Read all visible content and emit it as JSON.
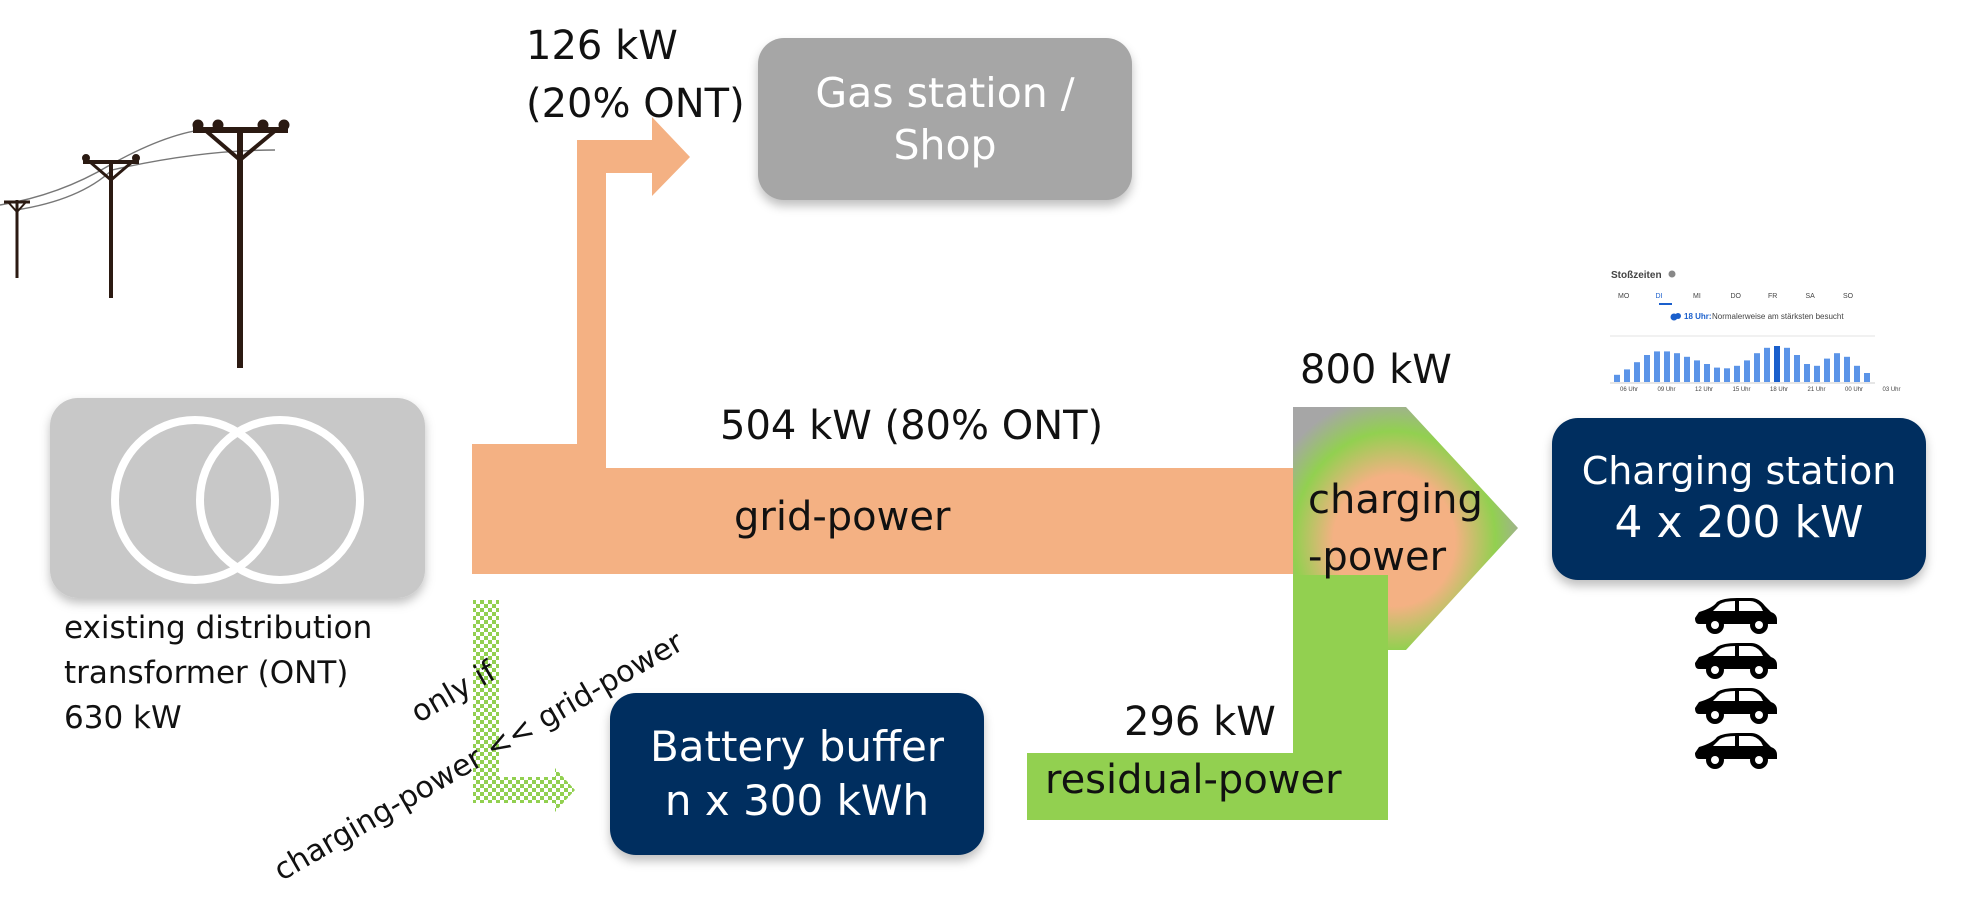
{
  "transformer": {
    "line1": "existing distribution",
    "line2": "transformer (ONT)",
    "line3": "630 kW"
  },
  "gas_station": {
    "power": "126 kW",
    "share": "(20% ONT)",
    "label_line1": "Gas station /",
    "label_line2": "Shop"
  },
  "grid_flow": {
    "power": "504 kW (80% ONT)",
    "label": "grid-power"
  },
  "charging_flow": {
    "power": "800 kW",
    "label_line1": "charging",
    "label_line2": "-power"
  },
  "residual_flow": {
    "power": "296 kW",
    "label": "residual-power"
  },
  "battery": {
    "line1": "Battery buffer",
    "line2": "n x 300 kWh"
  },
  "battery_condition": {
    "line1": "only if",
    "line2": "charging-power << grid-power"
  },
  "charging_station": {
    "line1": "Charging station",
    "line2": "4 x 200 kW"
  },
  "peak_times": {
    "title": "Stoßzeiten",
    "days": [
      "MO",
      "DI",
      "MI",
      "DO",
      "FR",
      "SA",
      "SO"
    ],
    "selected_day": "DI",
    "highlight_time": "18 Uhr:",
    "highlight_text": "Normalerweise am stärksten besucht",
    "hours": [
      "06 Uhr",
      "09 Uhr",
      "12 Uhr",
      "15 Uhr",
      "18 Uhr",
      "21 Uhr",
      "00 Uhr",
      "03 Uhr"
    ],
    "bar_values": [
      0.2,
      0.35,
      0.55,
      0.75,
      0.85,
      0.85,
      0.8,
      0.7,
      0.6,
      0.5,
      0.4,
      0.38,
      0.45,
      0.6,
      0.8,
      0.95,
      1.0,
      0.95,
      0.75,
      0.5,
      0.45,
      0.65,
      0.8,
      0.7,
      0.45,
      0.25
    ],
    "highlight_index": 16
  },
  "colors": {
    "navy": "#002e5f",
    "gray_box": "#a6a6a6",
    "transformer_bg": "#c8c8c8",
    "grid_orange": "#f4b183",
    "residual_green": "#92d050",
    "arrow_gray": "#a6a6a6",
    "bar_blue": "#5b94e8",
    "bar_highlight": "#1a5fcc"
  },
  "icons": {
    "power_poles": "power-pole-icon",
    "transformer_symbol": "transformer-icon",
    "cars": [
      "car-icon",
      "car-icon",
      "car-icon",
      "car-icon"
    ]
  }
}
